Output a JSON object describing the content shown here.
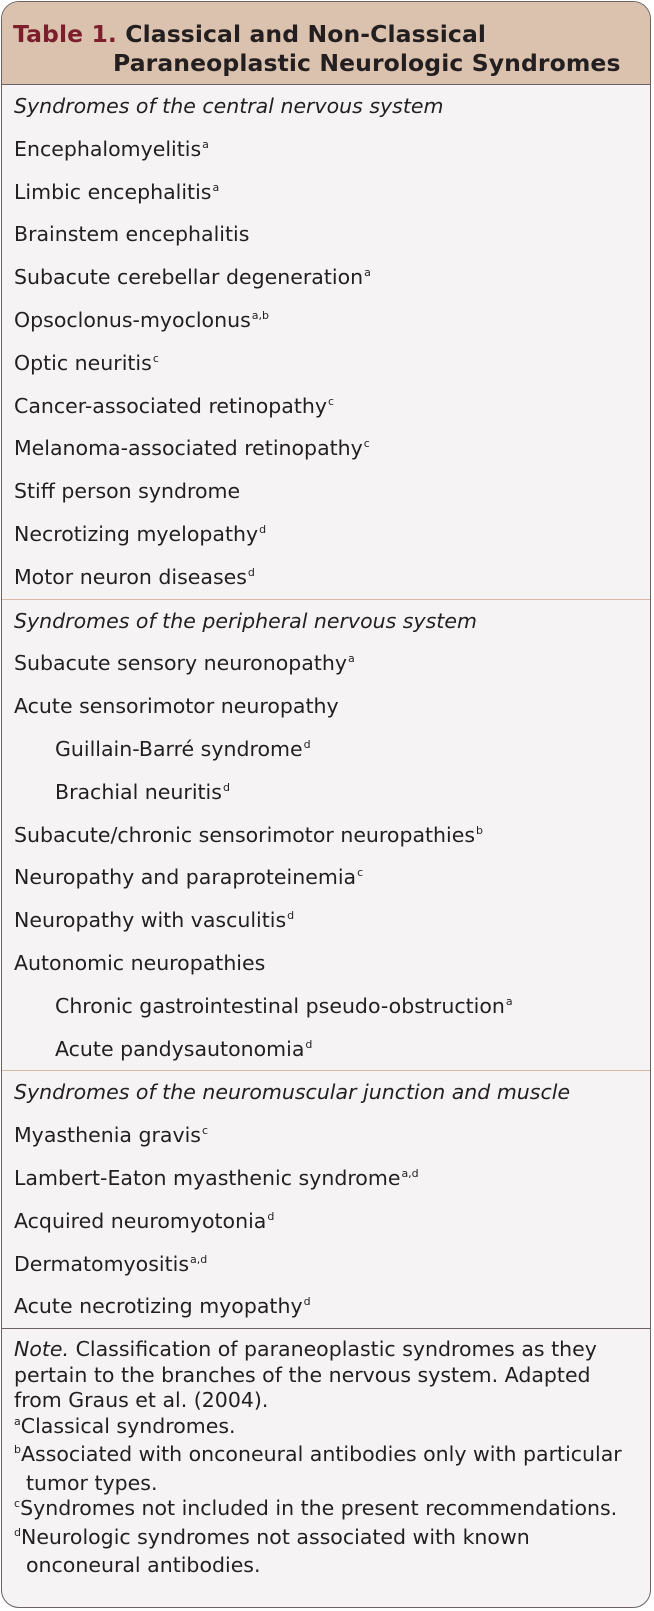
{
  "header": {
    "table_label": "Table 1.",
    "title_line1": "Classical and Non-Classical",
    "title_line2": "Paraneoplastic Neurologic Syndromes"
  },
  "sections": [
    {
      "heading": "Syndromes of the central nervous system",
      "items": [
        {
          "text": "Encephalomyelitis",
          "sup": "a",
          "indent": false
        },
        {
          "text": "Limbic encephalitis",
          "sup": "a",
          "indent": false
        },
        {
          "text": "Brainstem encephalitis",
          "sup": "",
          "indent": false
        },
        {
          "text": "Subacute cerebellar degeneration",
          "sup": "a",
          "indent": false
        },
        {
          "text": "Opsoclonus-myoclonus",
          "sup": "a,b",
          "indent": false
        },
        {
          "text": "Optic neuritis",
          "sup": "c",
          "indent": false
        },
        {
          "text": "Cancer-associated retinopathy",
          "sup": "c",
          "indent": false
        },
        {
          "text": "Melanoma-associated retinopathy",
          "sup": "c",
          "indent": false
        },
        {
          "text": "Stiff person syndrome",
          "sup": "",
          "indent": false
        },
        {
          "text": "Necrotizing myelopathy",
          "sup": "d",
          "indent": false
        },
        {
          "text": "Motor neuron diseases",
          "sup": "d",
          "indent": false
        }
      ]
    },
    {
      "heading": "Syndromes of the peripheral nervous system",
      "items": [
        {
          "text": "Subacute sensory neuronopathy",
          "sup": "a",
          "indent": false
        },
        {
          "text": "Acute sensorimotor neuropathy",
          "sup": "",
          "indent": false
        },
        {
          "text": "Guillain-Barré syndrome",
          "sup": "d",
          "indent": true
        },
        {
          "text": "Brachial neuritis",
          "sup": "d",
          "indent": true
        },
        {
          "text": "Subacute/chronic sensorimotor neuropathies",
          "sup": "b",
          "indent": false
        },
        {
          "text": "Neuropathy and paraproteinemia",
          "sup": "c",
          "indent": false
        },
        {
          "text": "Neuropathy with vasculitis",
          "sup": "d",
          "indent": false
        },
        {
          "text": "Autonomic neuropathies",
          "sup": "",
          "indent": false
        },
        {
          "text": "Chronic gastrointestinal pseudo-obstruction",
          "sup": "a",
          "indent": true
        },
        {
          "text": "Acute pandysautonomia",
          "sup": "d",
          "indent": true
        }
      ]
    },
    {
      "heading": "Syndromes of the neuromuscular junction and muscle",
      "items": [
        {
          "text": "Myasthenia gravis",
          "sup": "c",
          "indent": false
        },
        {
          "text": "Lambert-Eaton myasthenic syndrome",
          "sup": "a,d",
          "indent": false
        },
        {
          "text": "Acquired neuromyotonia",
          "sup": "d",
          "indent": false
        },
        {
          "text": "Dermatomyositis",
          "sup": "a,d",
          "indent": false
        },
        {
          "text": "Acute necrotizing myopathy",
          "sup": "d",
          "indent": false
        }
      ]
    }
  ],
  "notes": {
    "label": "Note.",
    "text": "Classification of paraneoplastic syndromes as they pertain to the branches of the nervous system. Adapted from Graus et al. (2004).",
    "footnotes": [
      {
        "mark": "a",
        "text": "Classical syndromes."
      },
      {
        "mark": "b",
        "text": "Associated with onconeural antibodies only with particular tumor types."
      },
      {
        "mark": "c",
        "text": "Syndromes not included in the present recommendations."
      },
      {
        "mark": "d",
        "text": "Neurologic syndromes not associated with known onconeural antibodies."
      }
    ]
  },
  "colors": {
    "header_background": "#dbc2ae",
    "table_label": "#7d1e2c",
    "body_background": "#f5f3f4",
    "border": "#6b6261",
    "section_divider": "#d8b8a4"
  }
}
